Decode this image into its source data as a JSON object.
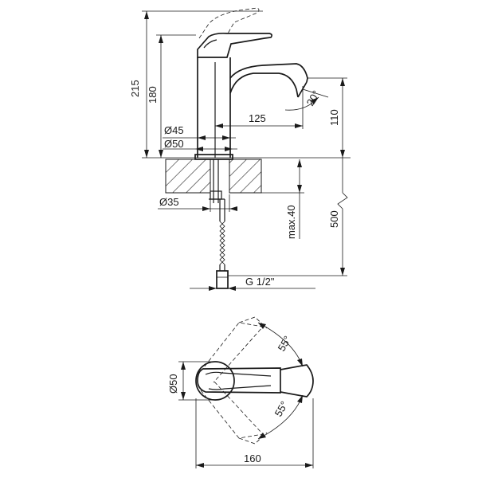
{
  "dimensions": {
    "total_height": "215",
    "body_height": "180",
    "spout_reach": "125",
    "outlet_height": "110",
    "base_dia_45": "Ø45",
    "base_dia_50": "Ø50",
    "shank_dia": "Ø35",
    "max_countertop": "max.40",
    "hose_length": "500",
    "thread": "G 1/2\"",
    "spout_angle": "20°",
    "top_view_dia": "Ø50",
    "rotation_upper": "55°",
    "rotation_lower": "55°",
    "top_view_length": "160"
  }
}
